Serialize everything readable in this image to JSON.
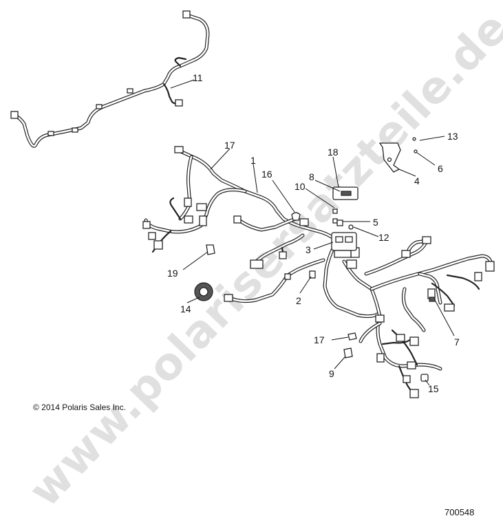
{
  "watermark": {
    "text": "www.polarisersatzteile.de"
  },
  "copyright": "© 2014 Polaris Sales Inc.",
  "document_number": "700548",
  "callouts": {
    "c1": "1",
    "c2": "2",
    "c3": "3",
    "c4": "4",
    "c5": "5",
    "c6": "6",
    "c7": "7",
    "c8": "8",
    "c9": "9",
    "c10": "10",
    "c11": "11",
    "c12": "12",
    "c13": "13",
    "c14": "14",
    "c15": "15",
    "c16": "16",
    "c17a": "17",
    "c17b": "17",
    "c18": "18",
    "c19": "19"
  }
}
